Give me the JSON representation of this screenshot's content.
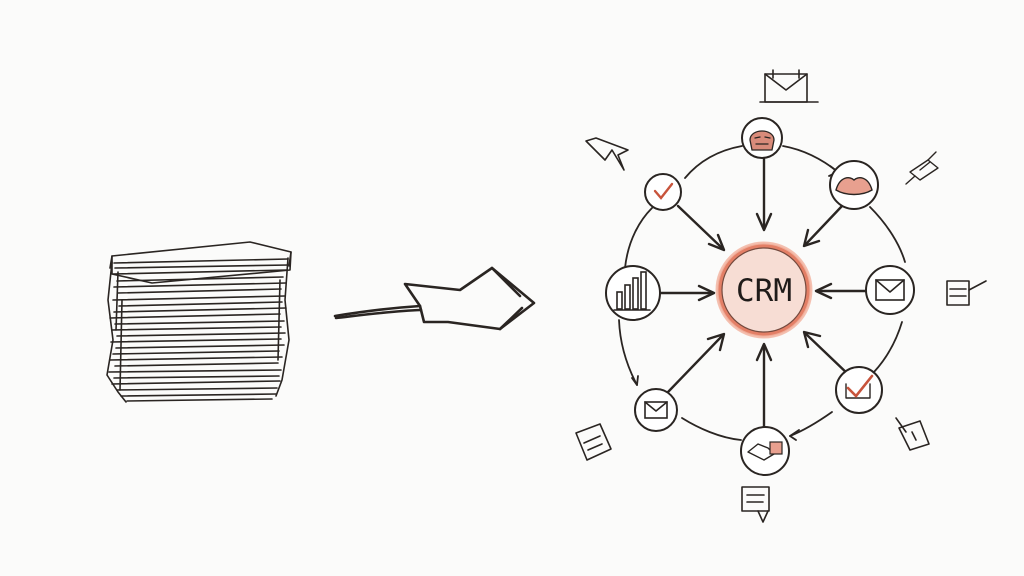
{
  "center_label": "CRM",
  "colors": {
    "ink": "#2a2522",
    "arrow": "#4a1f18",
    "accent": "#e0745a",
    "accent_light": "#f3b7a4",
    "accent_fill": "#f6d3c7",
    "background": "#fbfbfa"
  },
  "diagram": {
    "source": {
      "name": "paper-stack",
      "icon": "paper-stack-icon"
    },
    "flow": {
      "name": "flow-arrow",
      "icon": "hand-drawn-arrow-icon"
    },
    "hub": {
      "name": "crm-hub",
      "label_ref": "center_label"
    },
    "nodes": [
      {
        "name": "contacts-node",
        "icon": "person-icon"
      },
      {
        "name": "lead-node",
        "icon": "lips-icon"
      },
      {
        "name": "email-node-right",
        "icon": "envelope-icon"
      },
      {
        "name": "approval-node",
        "icon": "checkmark-icon"
      },
      {
        "name": "deal-node",
        "icon": "handshake-icon"
      },
      {
        "name": "email-node-left",
        "icon": "envelope-icon"
      },
      {
        "name": "analytics-node",
        "icon": "bar-chart-icon"
      },
      {
        "name": "task-node",
        "icon": "checkmark-icon"
      }
    ],
    "satellites": [
      "calendar-mail-icon",
      "pin-icon",
      "device-icon",
      "pushpin-icon",
      "document-icon",
      "note-icon",
      "tag-icon",
      "pointer-icon"
    ]
  }
}
